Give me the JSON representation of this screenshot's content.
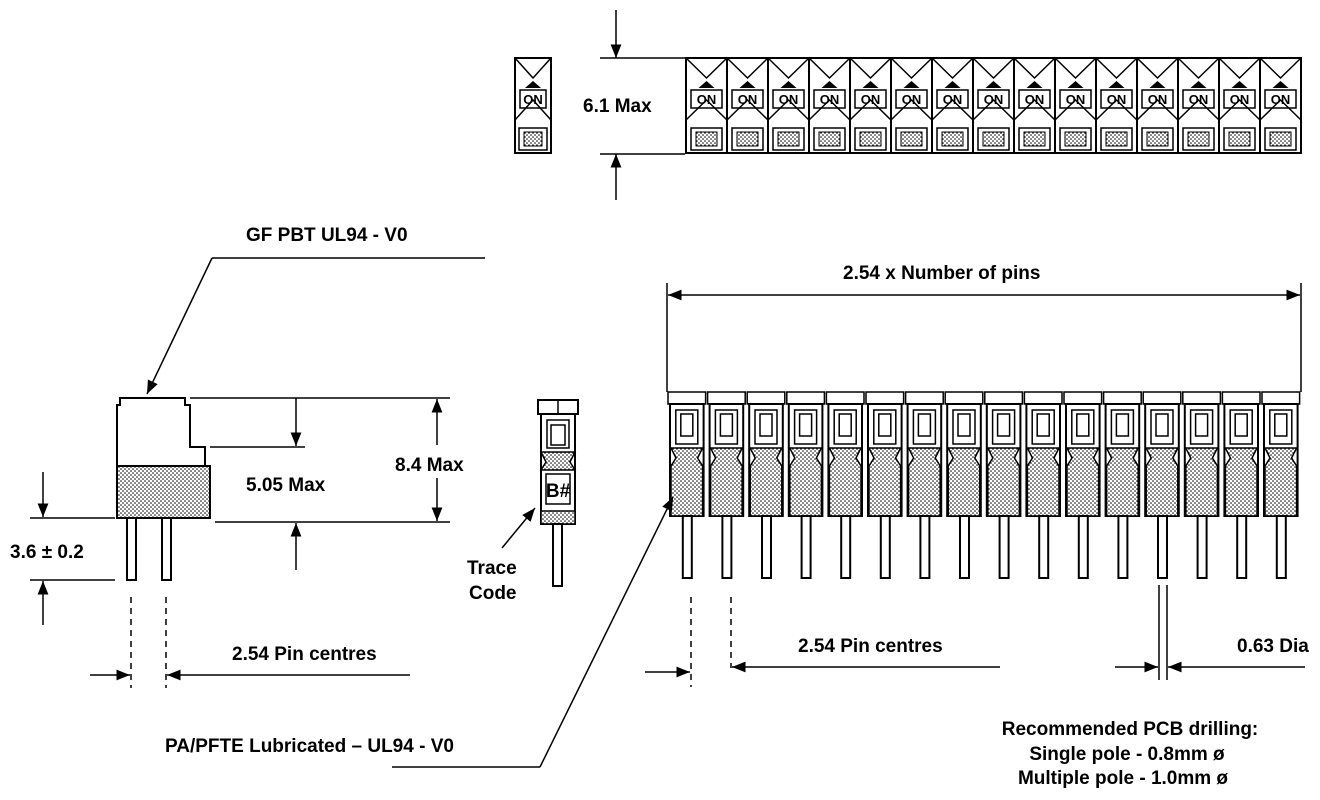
{
  "title": "",
  "top_view": {
    "switch_label": "ON",
    "switch_count": 15,
    "height_dim": "6.1 Max"
  },
  "side_view": {
    "body_material": "GF PBT UL94 - V0",
    "height_dim": "8.4 Max",
    "body_height_dim": "5.05 Max",
    "pin_length_dim": "3.6 ± 0.2",
    "pin_centres_dim": "2.54 Pin centres"
  },
  "slider_detail": {
    "marking": "B#",
    "trace_code_line1": "Trace",
    "trace_code_line2": "Code"
  },
  "front_view": {
    "pin_count": 16,
    "width_dim": "2.54 x Number of pins",
    "pin_centres_dim": "2.54 Pin centres",
    "pin_dia_dim": "0.63 Dia",
    "slider_material": "PA/PFTE Lubricated – UL94 - V0"
  },
  "pcb_drilling": {
    "heading": "Recommended PCB drilling:",
    "single": "Single pole - 0.8mm ø",
    "multiple": "Multiple pole - 1.0mm ø"
  }
}
